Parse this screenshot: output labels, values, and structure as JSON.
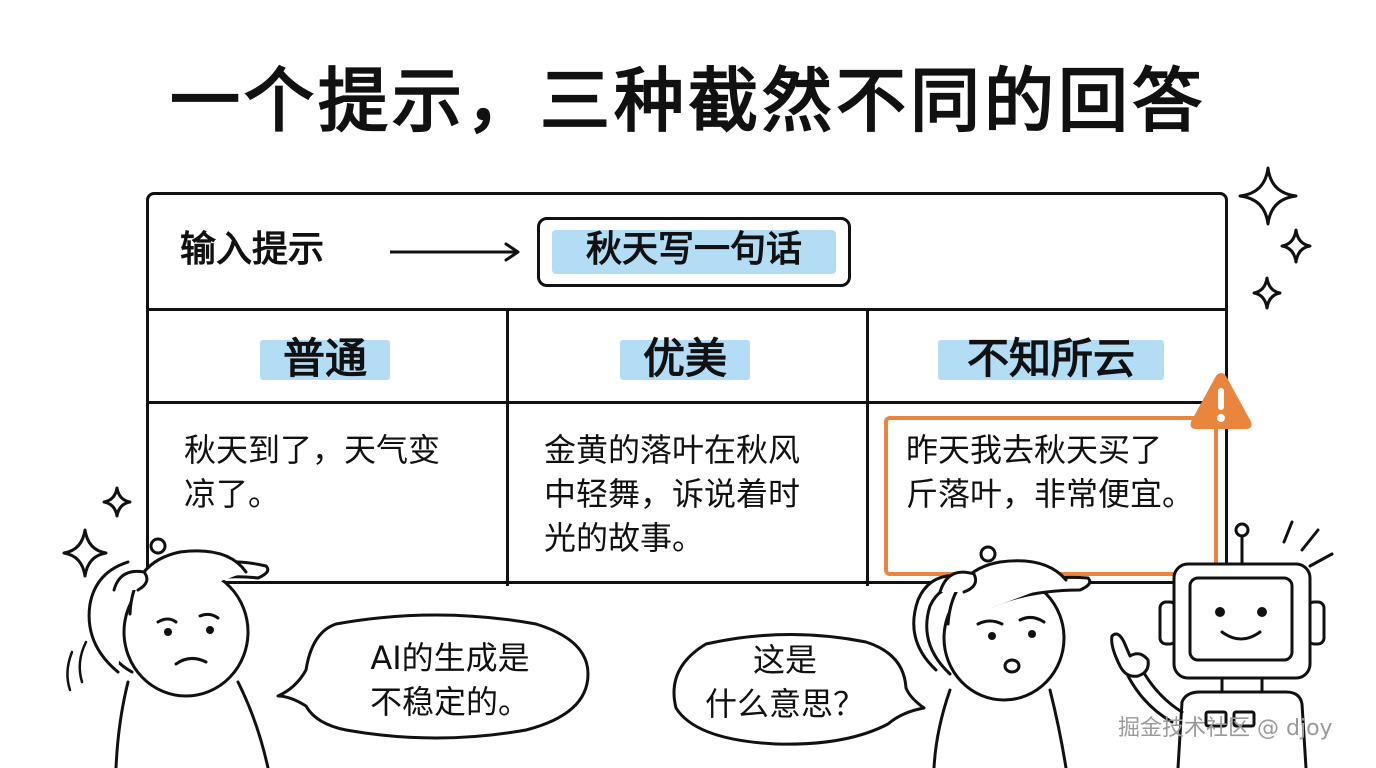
{
  "title": "一个提示，三种截然不同的回答",
  "prompt": {
    "label": "输入提示",
    "text": "秋天写一句话"
  },
  "columns": [
    {
      "header": "普通",
      "content_line1": "秋天到了，天气变",
      "content_line2": "凉了。"
    },
    {
      "header": "优美",
      "content_line1": "金黄的落叶在秋风",
      "content_line2": "中轻舞，诉说着时",
      "content_line3": "光的故事。"
    },
    {
      "header": "不知所云",
      "content_line1": "昨天我去秋天买了",
      "content_line2": "斤落叶，非常便宜。"
    }
  ],
  "bubbles": {
    "left_line1": "AI的生成是",
    "left_line2": "不稳定的。",
    "right_line1": "这是",
    "right_line2": "什么意思？"
  },
  "watermark": "掘金技术社区 @ djoy",
  "colors": {
    "highlight": "#b3dcf5",
    "alert": "#e9853c",
    "ink": "#111111"
  },
  "icons": [
    "sparkle-icon",
    "warning-icon",
    "arrow-icon",
    "confused-person",
    "puzzled-person",
    "robot"
  ]
}
